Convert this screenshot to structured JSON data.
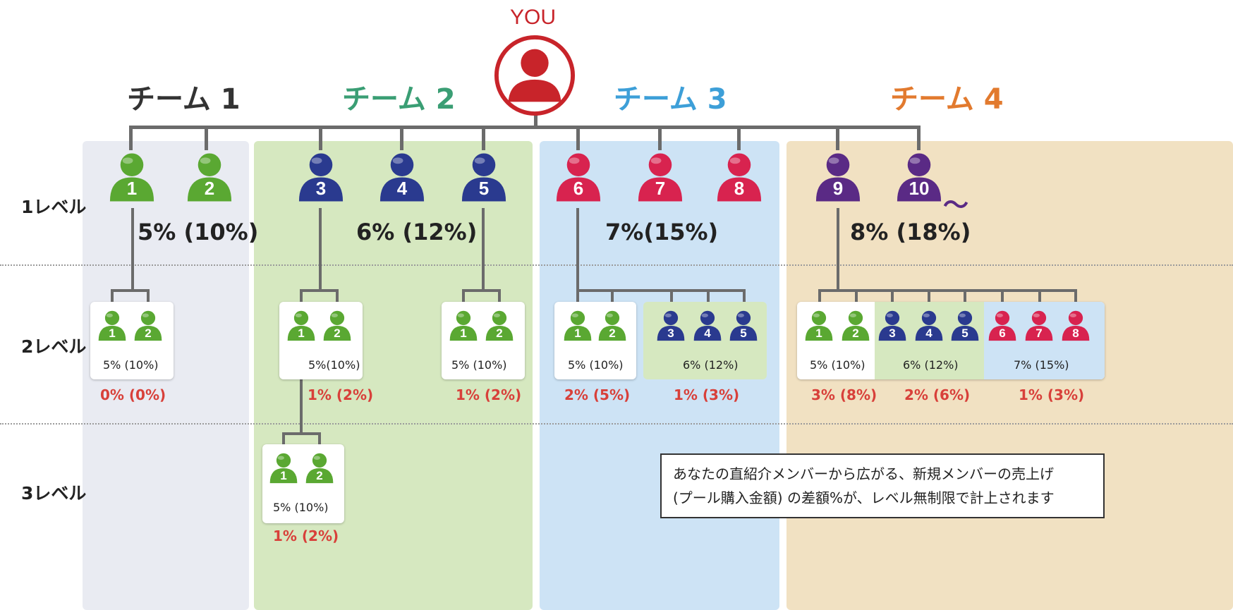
{
  "you": {
    "label": "YOU"
  },
  "tilde": "〜",
  "teams": [
    {
      "title": "チーム 1",
      "color": "#333333",
      "rate": "5% (10%)"
    },
    {
      "title": "チーム 2",
      "color": "#3a9e74",
      "rate": "6% (12%)"
    },
    {
      "title": "チーム 3",
      "color": "#3d9fd8",
      "rate": "7%(15%)"
    },
    {
      "title": "チーム 4",
      "color": "#e27a2e",
      "rate": "8% (18%)"
    }
  ],
  "levels": [
    "1レベル",
    "2レベル",
    "3レベル"
  ],
  "level1_numbers": [
    "1",
    "2",
    "3",
    "4",
    "5",
    "6",
    "7",
    "8",
    "9",
    "10"
  ],
  "level2_groups": [
    {
      "card_rate": "5% (10%)",
      "diff": "0% (0%)"
    },
    {
      "card_rate": "5%(10%)",
      "diff": "1% (2%)"
    },
    {
      "card_rate": "5% (10%)",
      "diff": "1% (2%)"
    },
    {
      "card_rate": "5% (10%)",
      "diff": "2% (5%)",
      "sub_rate": "6% (12%)",
      "sub_diff": "1% (3%)"
    },
    {
      "card_rate": "5% (10%)",
      "diff": "3% (8%)",
      "sub_rate": "6% (12%)",
      "sub_diff": "2% (6%)",
      "sub2_rate": "7% (15%)",
      "sub2_diff": "1% (3%)"
    }
  ],
  "level3_group": {
    "card_rate": "5% (10%)",
    "diff": "1% (2%)"
  },
  "small_numbers": [
    "1",
    "2",
    "3",
    "4",
    "5",
    "6",
    "7",
    "8"
  ],
  "note": {
    "line1": "あなたの直紹介メンバーから広がる、新規メンバーの売上げ",
    "line2": "(プール購入金額) の差額%が、レベル無制限で計上されます"
  },
  "colors": {
    "green": "#5aa832",
    "blue": "#2a3a8f",
    "red": "#d8234f",
    "purple": "#5a2a85",
    "you_red": "#c8242a",
    "panel_team1": "#e9ebf2",
    "panel_team2": "#d6e8c0",
    "panel_team3": "#cde3f5",
    "panel_team4": "#f1e1c2"
  }
}
